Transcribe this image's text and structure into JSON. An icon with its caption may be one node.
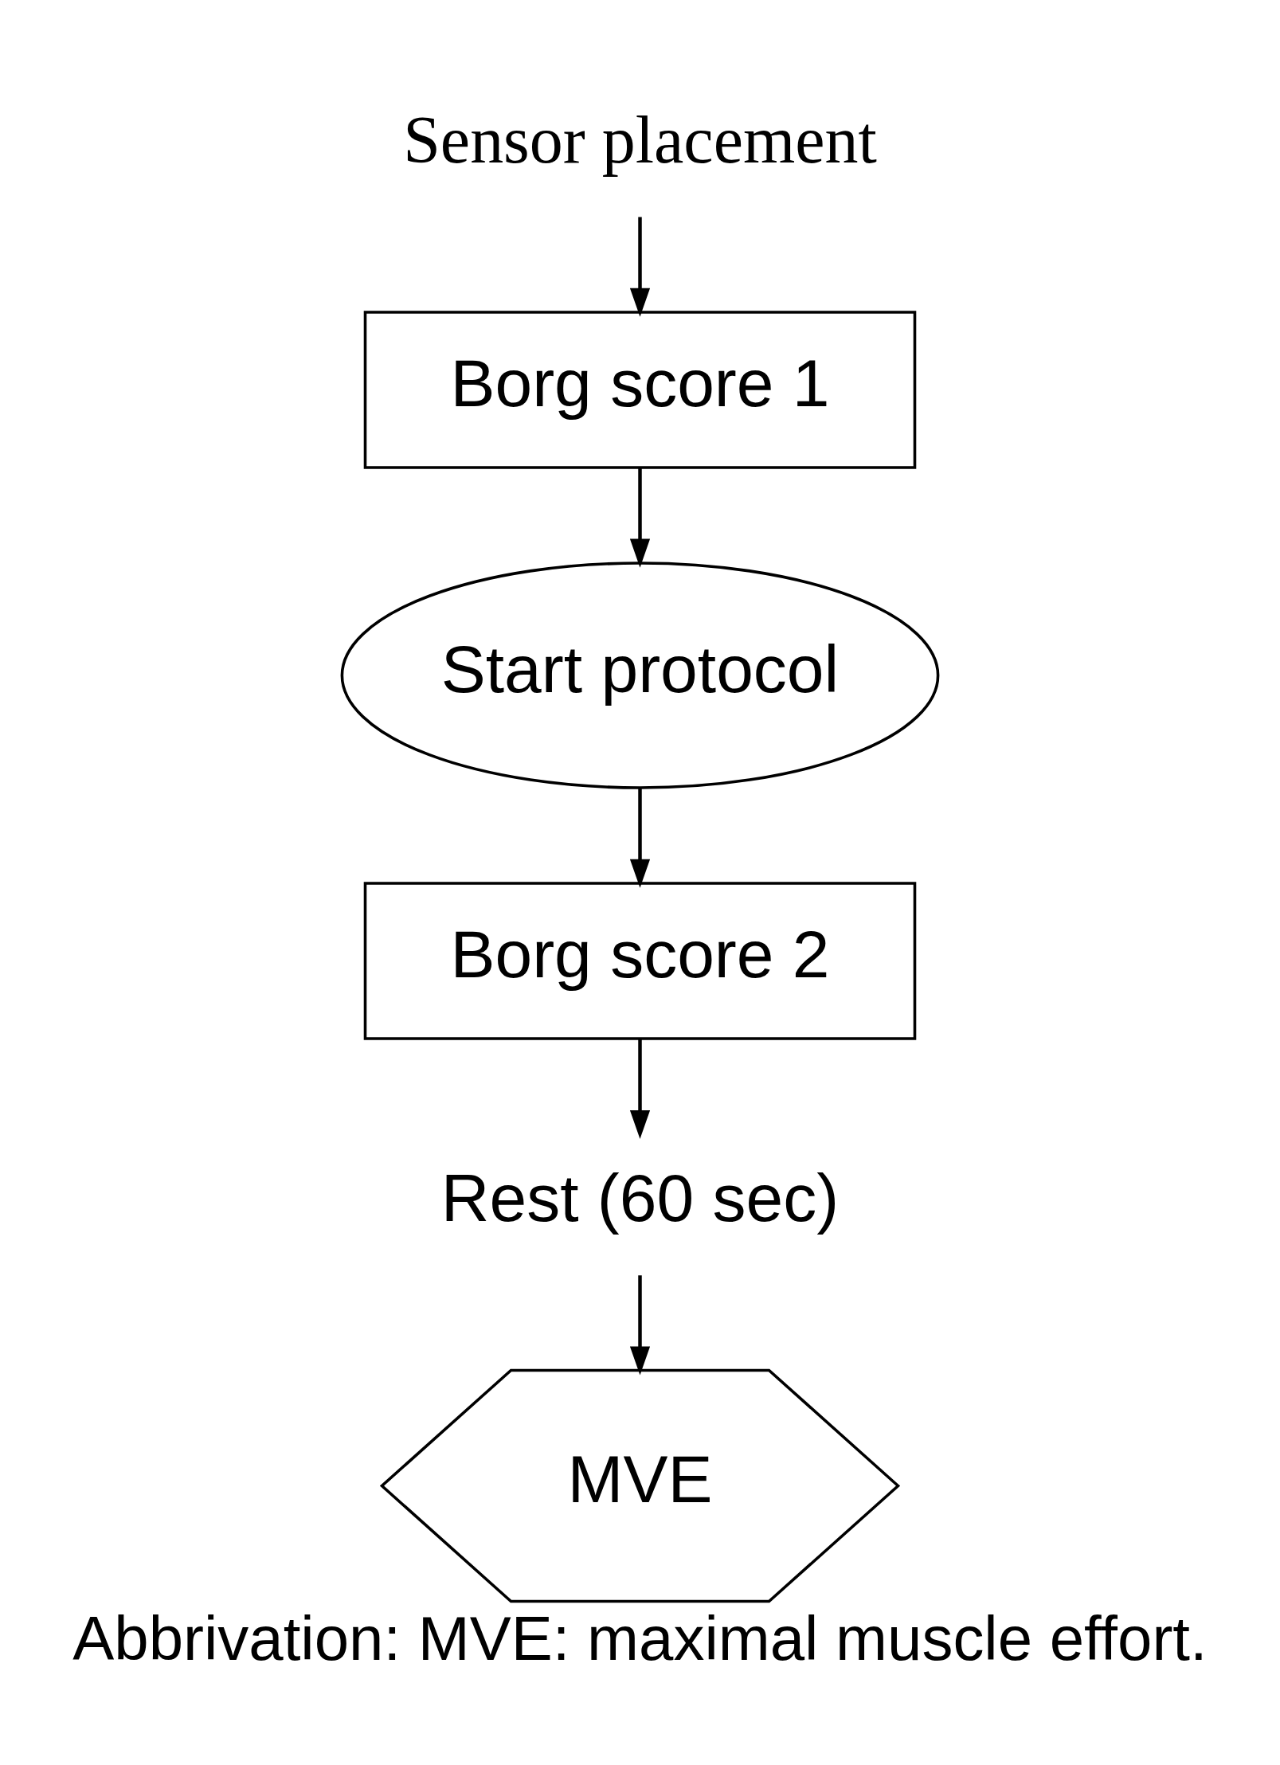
{
  "diagram": {
    "caption": "Abbrivation: MVE: maximal muscle effort.",
    "nodes": [
      {
        "text": [
          "Sensor placement"
        ]
      },
      {
        "text": [
          "Borg score 1"
        ]
      },
      {
        "text": [
          "Start protocol"
        ]
      },
      {
        "text": [
          "Borg score 2"
        ]
      },
      {
        "text": [
          "Rest (60 sec)"
        ]
      },
      {
        "text": [
          "MVE"
        ]
      }
    ],
    "edges": [
      {
        "from": 0,
        "to": 1,
        "arrow": "to"
      },
      {
        "from": 1,
        "to": 2,
        "arrow": "to"
      },
      {
        "from": 2,
        "to": 3,
        "arrow": "to"
      },
      {
        "from": 3,
        "to": 4,
        "arrow": "to"
      },
      {
        "from": 4,
        "to": 5,
        "arrow": "to"
      }
    ]
  }
}
